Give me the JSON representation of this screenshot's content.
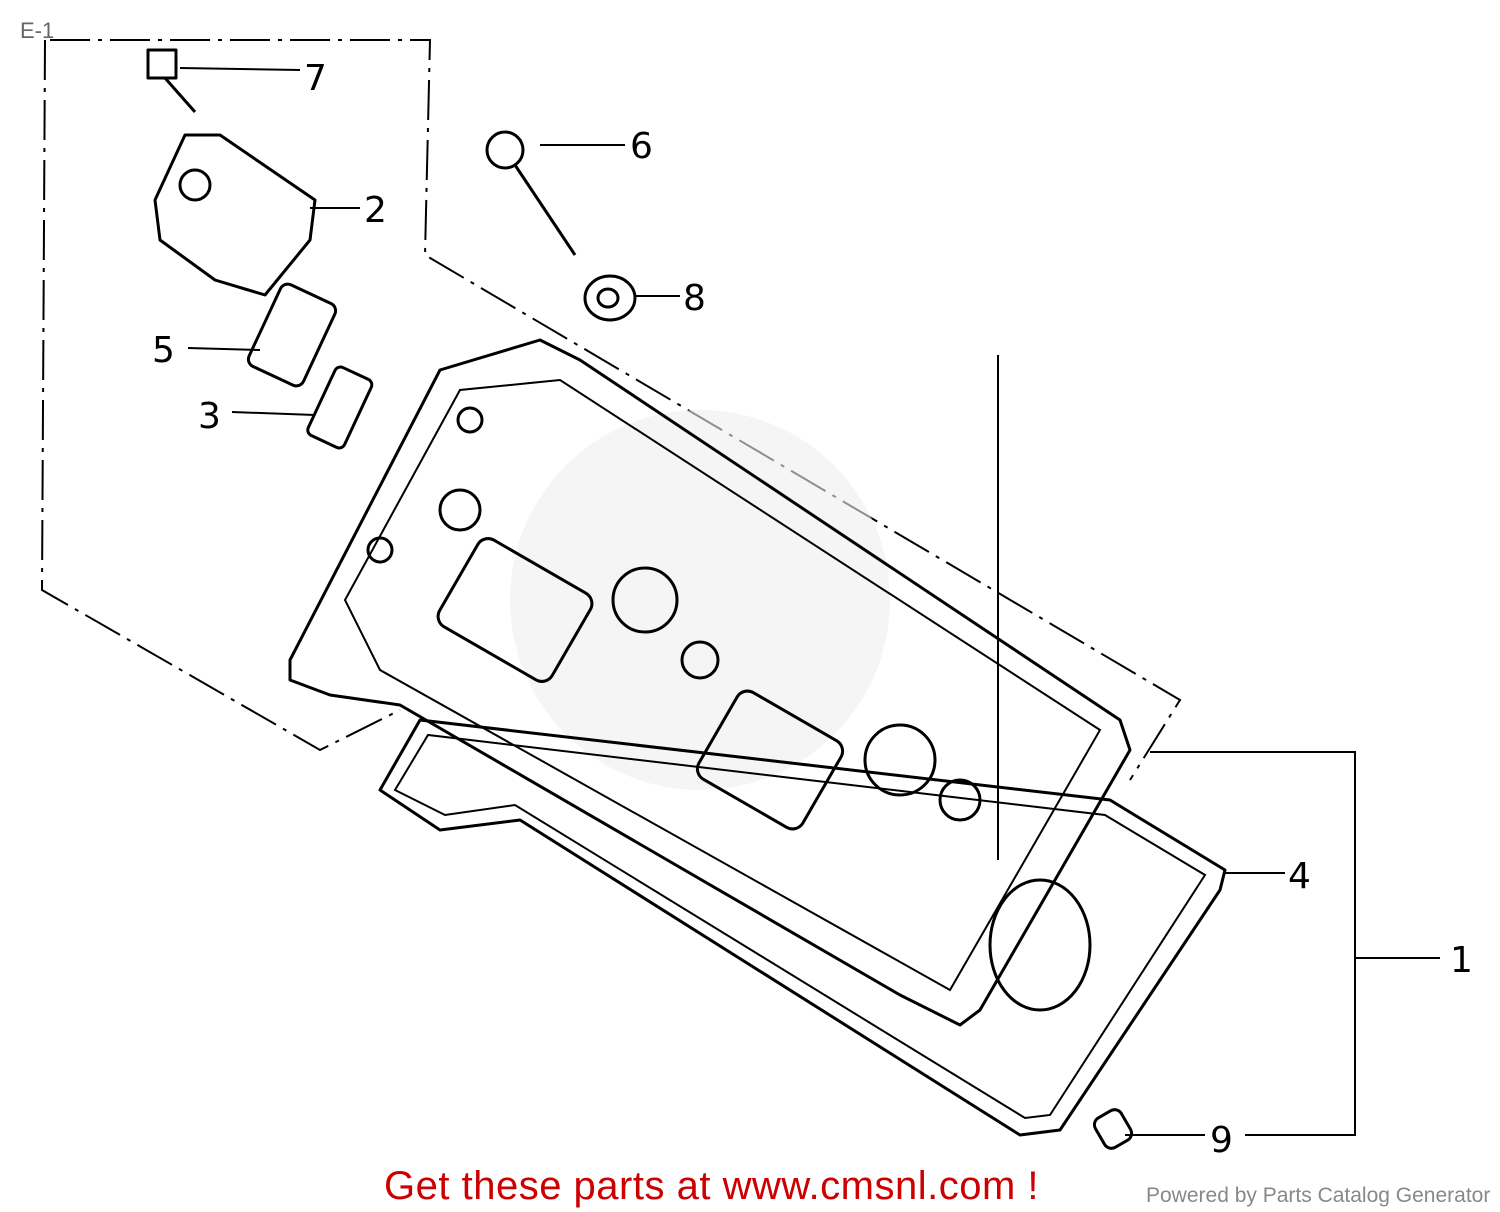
{
  "diagram": {
    "reference_code": "E-1",
    "callouts": [
      "1",
      "2",
      "3",
      "4",
      "5",
      "6",
      "7",
      "8",
      "9"
    ]
  },
  "footer": {
    "promo_text": "Get these parts at www.cmsnl.com !",
    "powered_by": "Powered by Parts Catalog Generator"
  },
  "colors": {
    "promo": "#cc0000",
    "powered": "#888888"
  }
}
